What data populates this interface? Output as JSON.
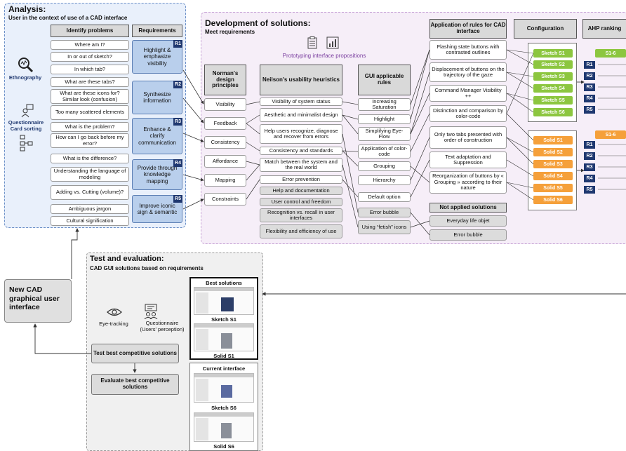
{
  "analysis": {
    "title": "Analysis:",
    "subtitle": "User in the context of use of a CAD interface",
    "problems_header": "Identify problems",
    "requirements_header": "Requirements",
    "method_ethnography": "Ethnography",
    "method_questionnaire": "Questionnaire",
    "method_card_sorting": "Card sorting",
    "problems": [
      "Where am I?",
      "In or out of sketch?",
      "In which tab?",
      "What are these tabs?",
      "What are these icons for? Similar look (confusion)",
      "Too many scattered elements",
      "What is the problem?",
      "How can I go back before my error?",
      "What is the difference?",
      "Understanding the language of modeling",
      "Adding vs. Cutting (volume)?",
      "Ambiguous jargon",
      "Cultural signification"
    ],
    "requirements": [
      {
        "tag": "R1",
        "label": "Highlight & emphasize visibility"
      },
      {
        "tag": "R2",
        "label": "Synthesize information"
      },
      {
        "tag": "R3",
        "label": "Enhance & clarify communication"
      },
      {
        "tag": "R4",
        "label": "Provide through knowledge mapping"
      },
      {
        "tag": "R5",
        "label": "Improve iconic sign & semantic"
      }
    ]
  },
  "development": {
    "title": "Development of solutions:",
    "subtitle": "Meet requirements",
    "prototyping": "Prototyping interface propositions",
    "norman_header": "Norman's design principles",
    "norman": [
      "Visibility",
      "Feedback",
      "Consistency",
      "Affordance",
      "Mapping",
      "Constraints"
    ],
    "nielsen_header": "Neilson's usability heuristics",
    "nielsen_applied": [
      "Visibility of system status",
      "Aesthetic and minimalist design",
      "Help users recognize, diagnose and recover from errors",
      "Consistency and standards",
      "Match between the system and the real world",
      "Error prevention"
    ],
    "nielsen_other": [
      "Help and documentation",
      "User control and freedom",
      "Recognition vs. recall in user interfaces",
      "Flexibility and efficiency of use"
    ],
    "gui_header": "GUI applicable rules",
    "gui_rules": [
      "Increasing Saturation",
      "Highlight",
      "Simplifying Eye-Flow",
      "Application of color-code",
      "Grouping",
      "Hierarchy",
      "Default option"
    ],
    "gui_other": [
      "Error bubble",
      "Using “fetish” icons"
    ],
    "cad_header": "Application of rules for CAD interface",
    "cad_rules": [
      "Flashing state buttons with contrasted outlines",
      "Displacement of buttons on the trajectory of the gaze",
      "Command Manager Visibility ++",
      "Distinction and comparison by color-code",
      "Only two tabs presented with order of construction",
      "Text adaptation and Suppression",
      "Reorganization of buttons by « Grouping » according to their nature"
    ],
    "not_applied_header": "Not applied solutions",
    "not_applied": [
      "Everyday life objet",
      "Error bubble"
    ],
    "config_header": "Configuration",
    "sketch_configs": [
      "Sketch S1",
      "Sketch S2",
      "Sketch S3",
      "Sketch S4",
      "Sketch S5",
      "Sketch S6"
    ],
    "solid_configs": [
      "Solid S1",
      "Solid S2",
      "Solid S3",
      "Solid S4",
      "Solid S5",
      "Solid S6"
    ],
    "ahp_header": "AHP ranking",
    "ahp_range": "S1-6",
    "ahp_tags": [
      "R1",
      "R2",
      "R3",
      "R4",
      "R5"
    ]
  },
  "test": {
    "title": "Test and evaluation:",
    "subtitle": "CAD GUI solutions based on requirements",
    "eye_tracking": "Eye-tracking",
    "questionnaire": "Questionnaire (Users' perception)",
    "test_box": "Test best competitive solutions",
    "evaluate_box": "Evaluate best competitive solutions",
    "best_header": "Best solutions",
    "best_caps": [
      "Sketch S1",
      "Solid S1"
    ],
    "current_header": "Current interface",
    "current_caps": [
      "Sketch S6",
      "Solid S6"
    ]
  },
  "result": {
    "label": "New CAD graphical user interface"
  },
  "colors": {
    "analysis_bg": "#e9f0fb",
    "dev_bg": "#f6eef8",
    "requirement": "#b9cfec",
    "tag": "#1f3870",
    "sketch": "#8cc63f",
    "solid": "#f5a03a",
    "prototype_text": "#7b3fa0"
  }
}
